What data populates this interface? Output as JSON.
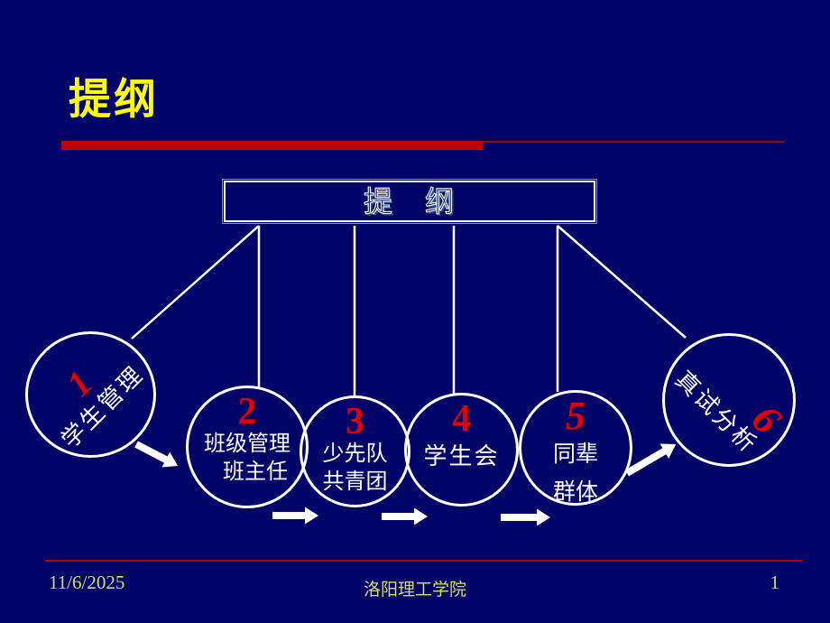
{
  "slide": {
    "title": "提纲",
    "box_title": "提　纲",
    "colors": {
      "background": "#000466",
      "title_yellow": "#ffff00",
      "accent_red": "#c00000",
      "number_red": "#e00000",
      "line_white": "#ffffff",
      "footer_text": "#d9d973"
    },
    "nodes": [
      {
        "num": "1",
        "label": "学生管理"
      },
      {
        "num": "2",
        "label": "班级管理",
        "label2": "班主任"
      },
      {
        "num": "3",
        "label": "少先队",
        "label2": "共青团"
      },
      {
        "num": "4",
        "label": "学生会"
      },
      {
        "num": "5",
        "label": "同辈",
        "label2": "群体"
      },
      {
        "num": "6",
        "label": "真试分析"
      }
    ],
    "footer": {
      "date": "11/6/2025",
      "school": "洛阳理工学院",
      "page": "1"
    }
  }
}
